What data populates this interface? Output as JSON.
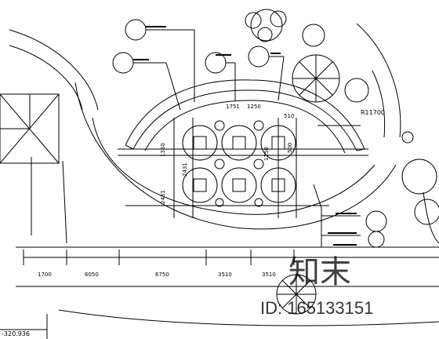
{
  "drawing": {
    "radius_label": "R11700",
    "elevation_label": "-320.936",
    "plan_dims": {
      "top_left": "1751",
      "top_mid": "1250",
      "right_upper": "510",
      "right_mid": "500",
      "right_lower": "1250",
      "left_upper": "1350",
      "left_mid": "2431",
      "left_lower": "2431"
    },
    "bottom_dims": [
      "1700",
      "6050",
      "6750",
      "3510",
      "3510"
    ]
  },
  "watermark": {
    "logo_text": "知末",
    "id_text": "ID: 165133151"
  },
  "colors": {
    "line": "#000000",
    "watermark": "#bdbdbd"
  }
}
